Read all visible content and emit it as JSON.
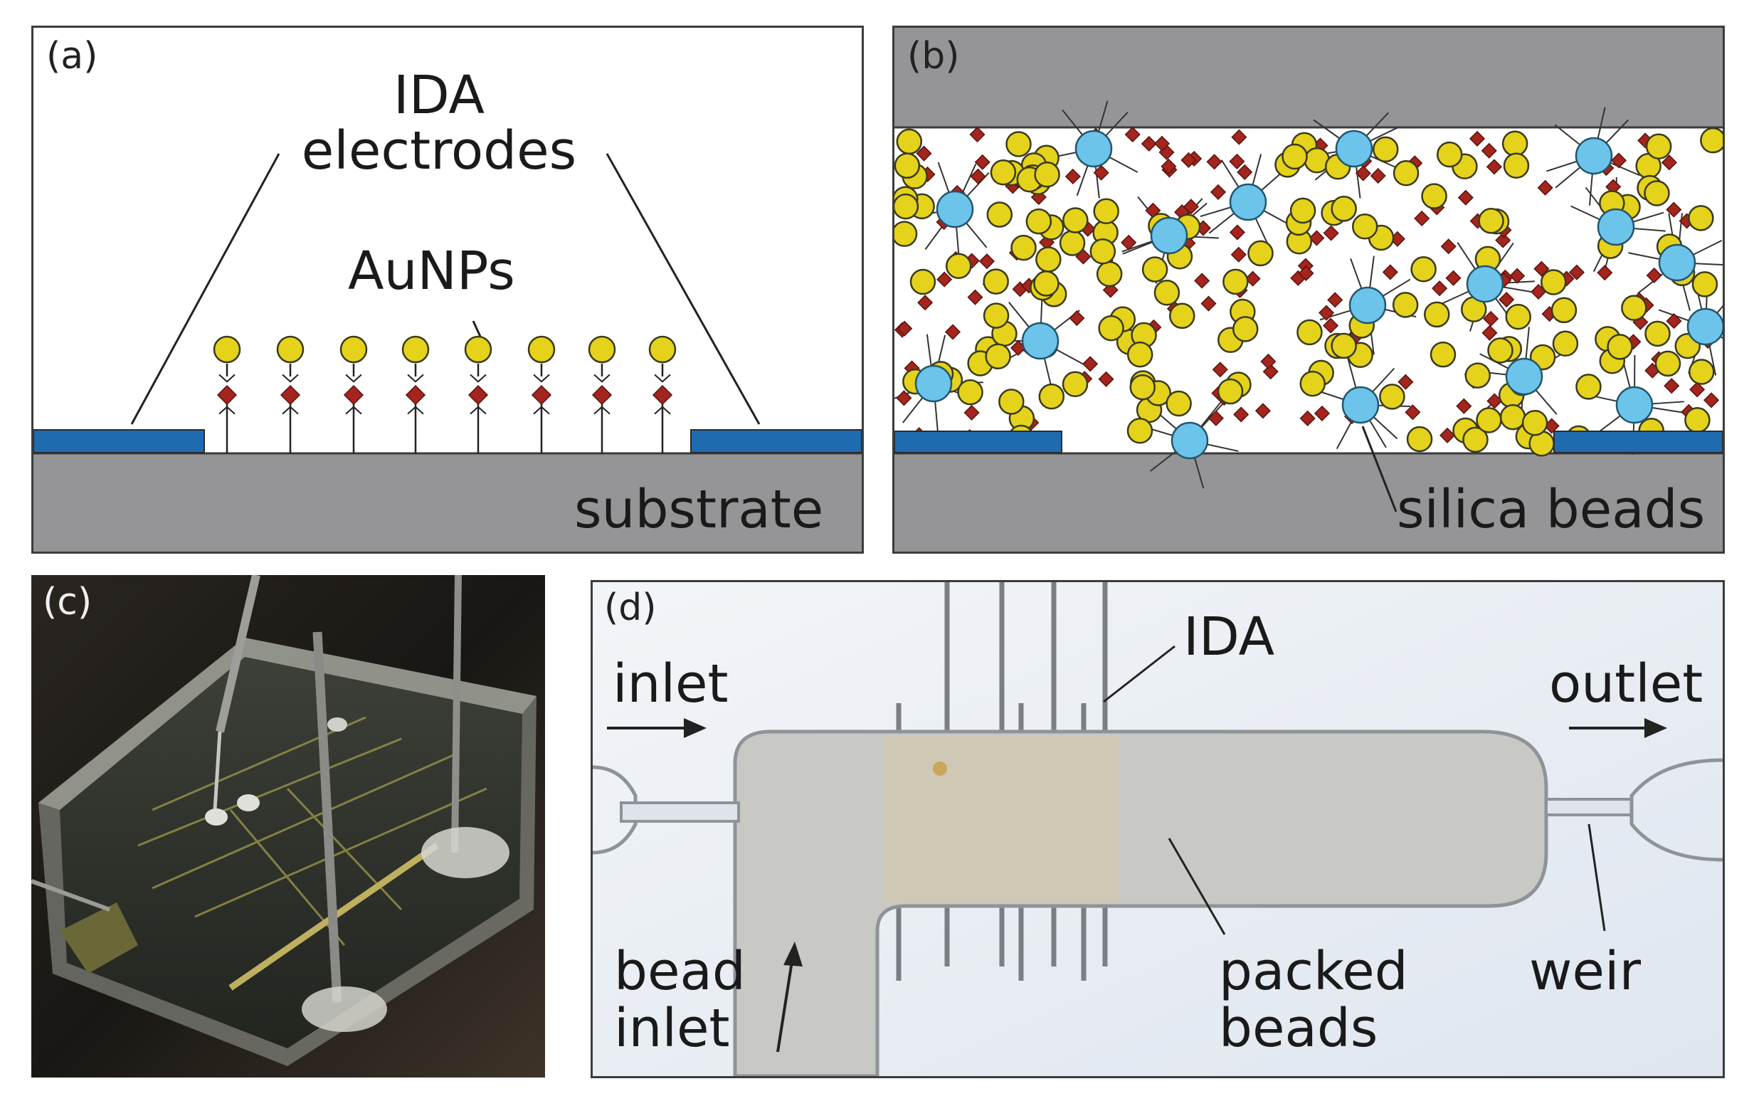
{
  "panels": {
    "a": {
      "label": "(a)",
      "ida_line1": "IDA",
      "ida_line2": "electrodes",
      "aunps": "AuNPs",
      "substrate": "substrate"
    },
    "b": {
      "label": "(b)",
      "silica": "silica beads"
    },
    "c": {
      "label": "(c)"
    },
    "d": {
      "label": "(d)",
      "ida": "IDA",
      "inlet": "inlet",
      "outlet": "outlet",
      "bead_inlet_1": "bead",
      "bead_inlet_2": "inlet",
      "packed_1": "packed",
      "packed_2": "beads",
      "weir": "weir"
    }
  },
  "colors": {
    "substrate": "#959597",
    "electrode": "#1f6bb0",
    "aunp": "#e5d21b",
    "antigen": "#a3251d",
    "silica": "#6cc4ea"
  }
}
